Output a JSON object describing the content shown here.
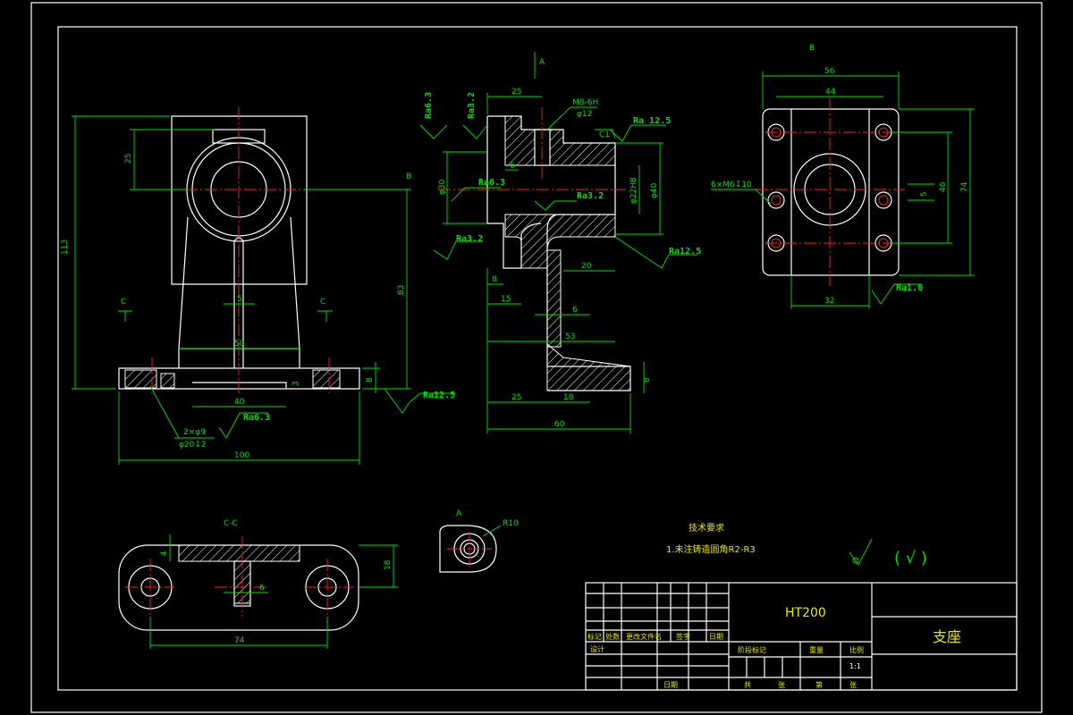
{
  "drawing": {
    "main_view": {
      "dims": {
        "height_113": "113",
        "d25": "25",
        "d83": "83",
        "d5": "5",
        "d50": "50",
        "d40": "40",
        "d3": "3",
        "d8": "8",
        "d100": "100"
      },
      "section_marks": {
        "c_left": "C",
        "c_right": "C",
        "b_mark": "B"
      },
      "hole_note_1": "2×φ9",
      "hole_note_2": "φ20↧2",
      "roughness": {
        "ra63": "Ra6.3",
        "ra125": "Ra12.5"
      }
    },
    "side_view": {
      "view_marks": {
        "a_mark": "A"
      },
      "dims": {
        "d25": "25",
        "d6": "6",
        "d8": "8",
        "d15": "15",
        "d20": "20",
        "d6b": "6",
        "d53": "53",
        "d25b": "25",
        "d18": "18",
        "d60": "60",
        "d8b": "8",
        "phi30": "φ30",
        "phi22": "φ22H8",
        "phi40": "φ40"
      },
      "thread": "M8-6H",
      "thread_dia": "φ12",
      "chamfer": "C1",
      "roughness": {
        "ra63_top": "Ra6.3",
        "ra32_top": "Ra3.2",
        "ra125": "Ra 12.5",
        "ra63": "Ra6.3",
        "ra32": "Ra3.2",
        "ra32b": "Ra3.2",
        "ra125b": "Ra12.5"
      }
    },
    "top_view": {
      "title": "B",
      "dims": {
        "d56": "56",
        "d44": "44",
        "d46": "46",
        "d74": "74",
        "d5": "5",
        "d32": "32"
      },
      "hole_note": "6×M6↧10",
      "roughness": "Ra1.6"
    },
    "section_cc": {
      "title": "C-C",
      "dims": {
        "d4": "4",
        "d18": "18",
        "d6": "6",
        "d74": "74"
      }
    },
    "detail_a": {
      "title": "A",
      "radius": "R10"
    },
    "tech_requirements": {
      "heading": "技术要求",
      "item1": "1.未注铸造圆角R2-R3"
    },
    "roughness_symbol_note": "( √ )"
  },
  "title_block": {
    "material": "HT200",
    "part_name": "支座",
    "scale": "1:1",
    "headers": [
      "标记",
      "处数",
      "更改文件名",
      "签字",
      "日期"
    ],
    "row_design": "设计",
    "row_check": "日期",
    "stage_cols": [
      "阶段标记",
      "重量",
      "比例"
    ],
    "bottom_cols": [
      "共",
      "张",
      "第",
      "张"
    ]
  }
}
